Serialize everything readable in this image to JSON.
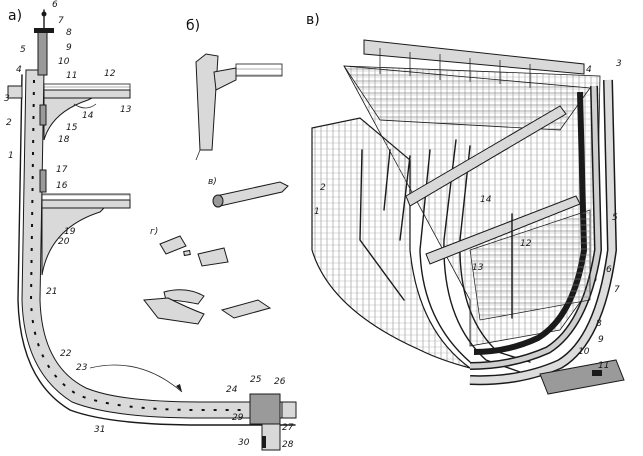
{
  "panels": {
    "a": "а)",
    "b": "б)",
    "v": "в)"
  },
  "panel_a_callouts": [
    "1",
    "2",
    "3",
    "4",
    "5",
    "6",
    "7",
    "8",
    "9",
    "10",
    "11",
    "12",
    "13",
    "14",
    "15",
    "16",
    "17",
    "18",
    "19",
    "20",
    "21",
    "22",
    "23",
    "24",
    "25",
    "26",
    "27",
    "28",
    "29",
    "30",
    "31"
  ],
  "panel_b_callouts": [
    "в)",
    "г)"
  ],
  "panel_v_callouts": [
    "1",
    "2",
    "3",
    "4",
    "5",
    "6",
    "7",
    "8",
    "9",
    "10",
    "11",
    "12",
    "13",
    "14"
  ]
}
